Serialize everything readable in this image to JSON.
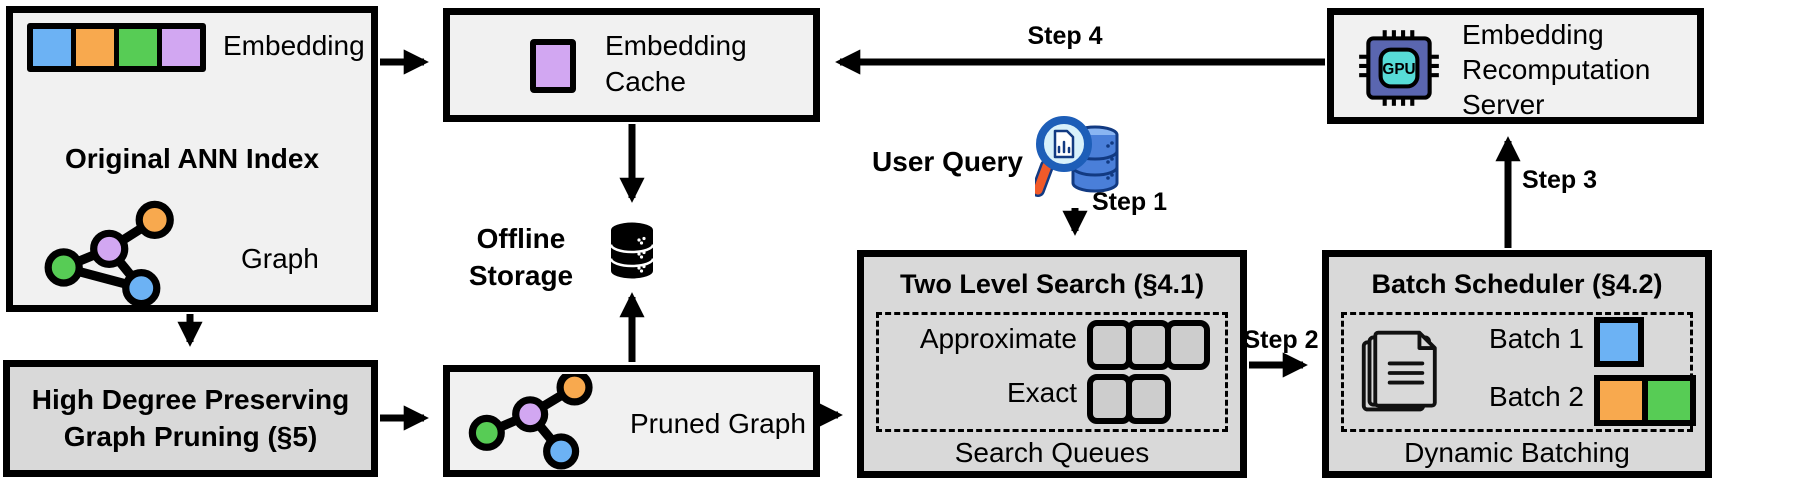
{
  "colors": {
    "box_light": "#f1f1f1",
    "box_dark": "#d9d9d9",
    "border": "#000000",
    "blue": "#6cb2f4",
    "orange": "#f8a94e",
    "green": "#57cc55",
    "purple": "#d2a7f2",
    "queue_fill": "#cdcdcd",
    "gpu_chip": "#5a66b0",
    "gpu_core": "#57dcd7",
    "query_handle": "#f15a29",
    "query_db": "#4a7fd9",
    "query_lens": "#d8f1fb"
  },
  "ann_box": {
    "title": "Original ANN Index",
    "embedding_label": "Embedding",
    "graph_label": "Graph"
  },
  "cache_box": {
    "line1": "Embedding",
    "line2": "Cache"
  },
  "server_box": {
    "line1": "Embedding",
    "line2": "Recomputation",
    "line3": "Server"
  },
  "offline_storage": {
    "line1": "Offline",
    "line2": "Storage"
  },
  "user_query": {
    "label": "User Query"
  },
  "steps": {
    "step1": "Step 1",
    "step2": "Step 2",
    "step3": "Step 3",
    "step4": "Step 4"
  },
  "pruning_box": {
    "line1": "High Degree Preserving",
    "line2": "Graph Pruning (§5)"
  },
  "pruned_graph_box": {
    "label": "Pruned Graph"
  },
  "search_box": {
    "title": "Two Level Search (§4.1)",
    "approximate_label": "Approximate",
    "exact_label": "Exact",
    "approximate_queues": 3,
    "exact_queues": 2,
    "footer": "Search Queues"
  },
  "scheduler_box": {
    "title": "Batch Scheduler (§4.2)",
    "batch1_label": "Batch 1",
    "batch2_label": "Batch 2",
    "footer": "Dynamic Batching"
  },
  "gpu_icon": {
    "label": "GPU"
  }
}
